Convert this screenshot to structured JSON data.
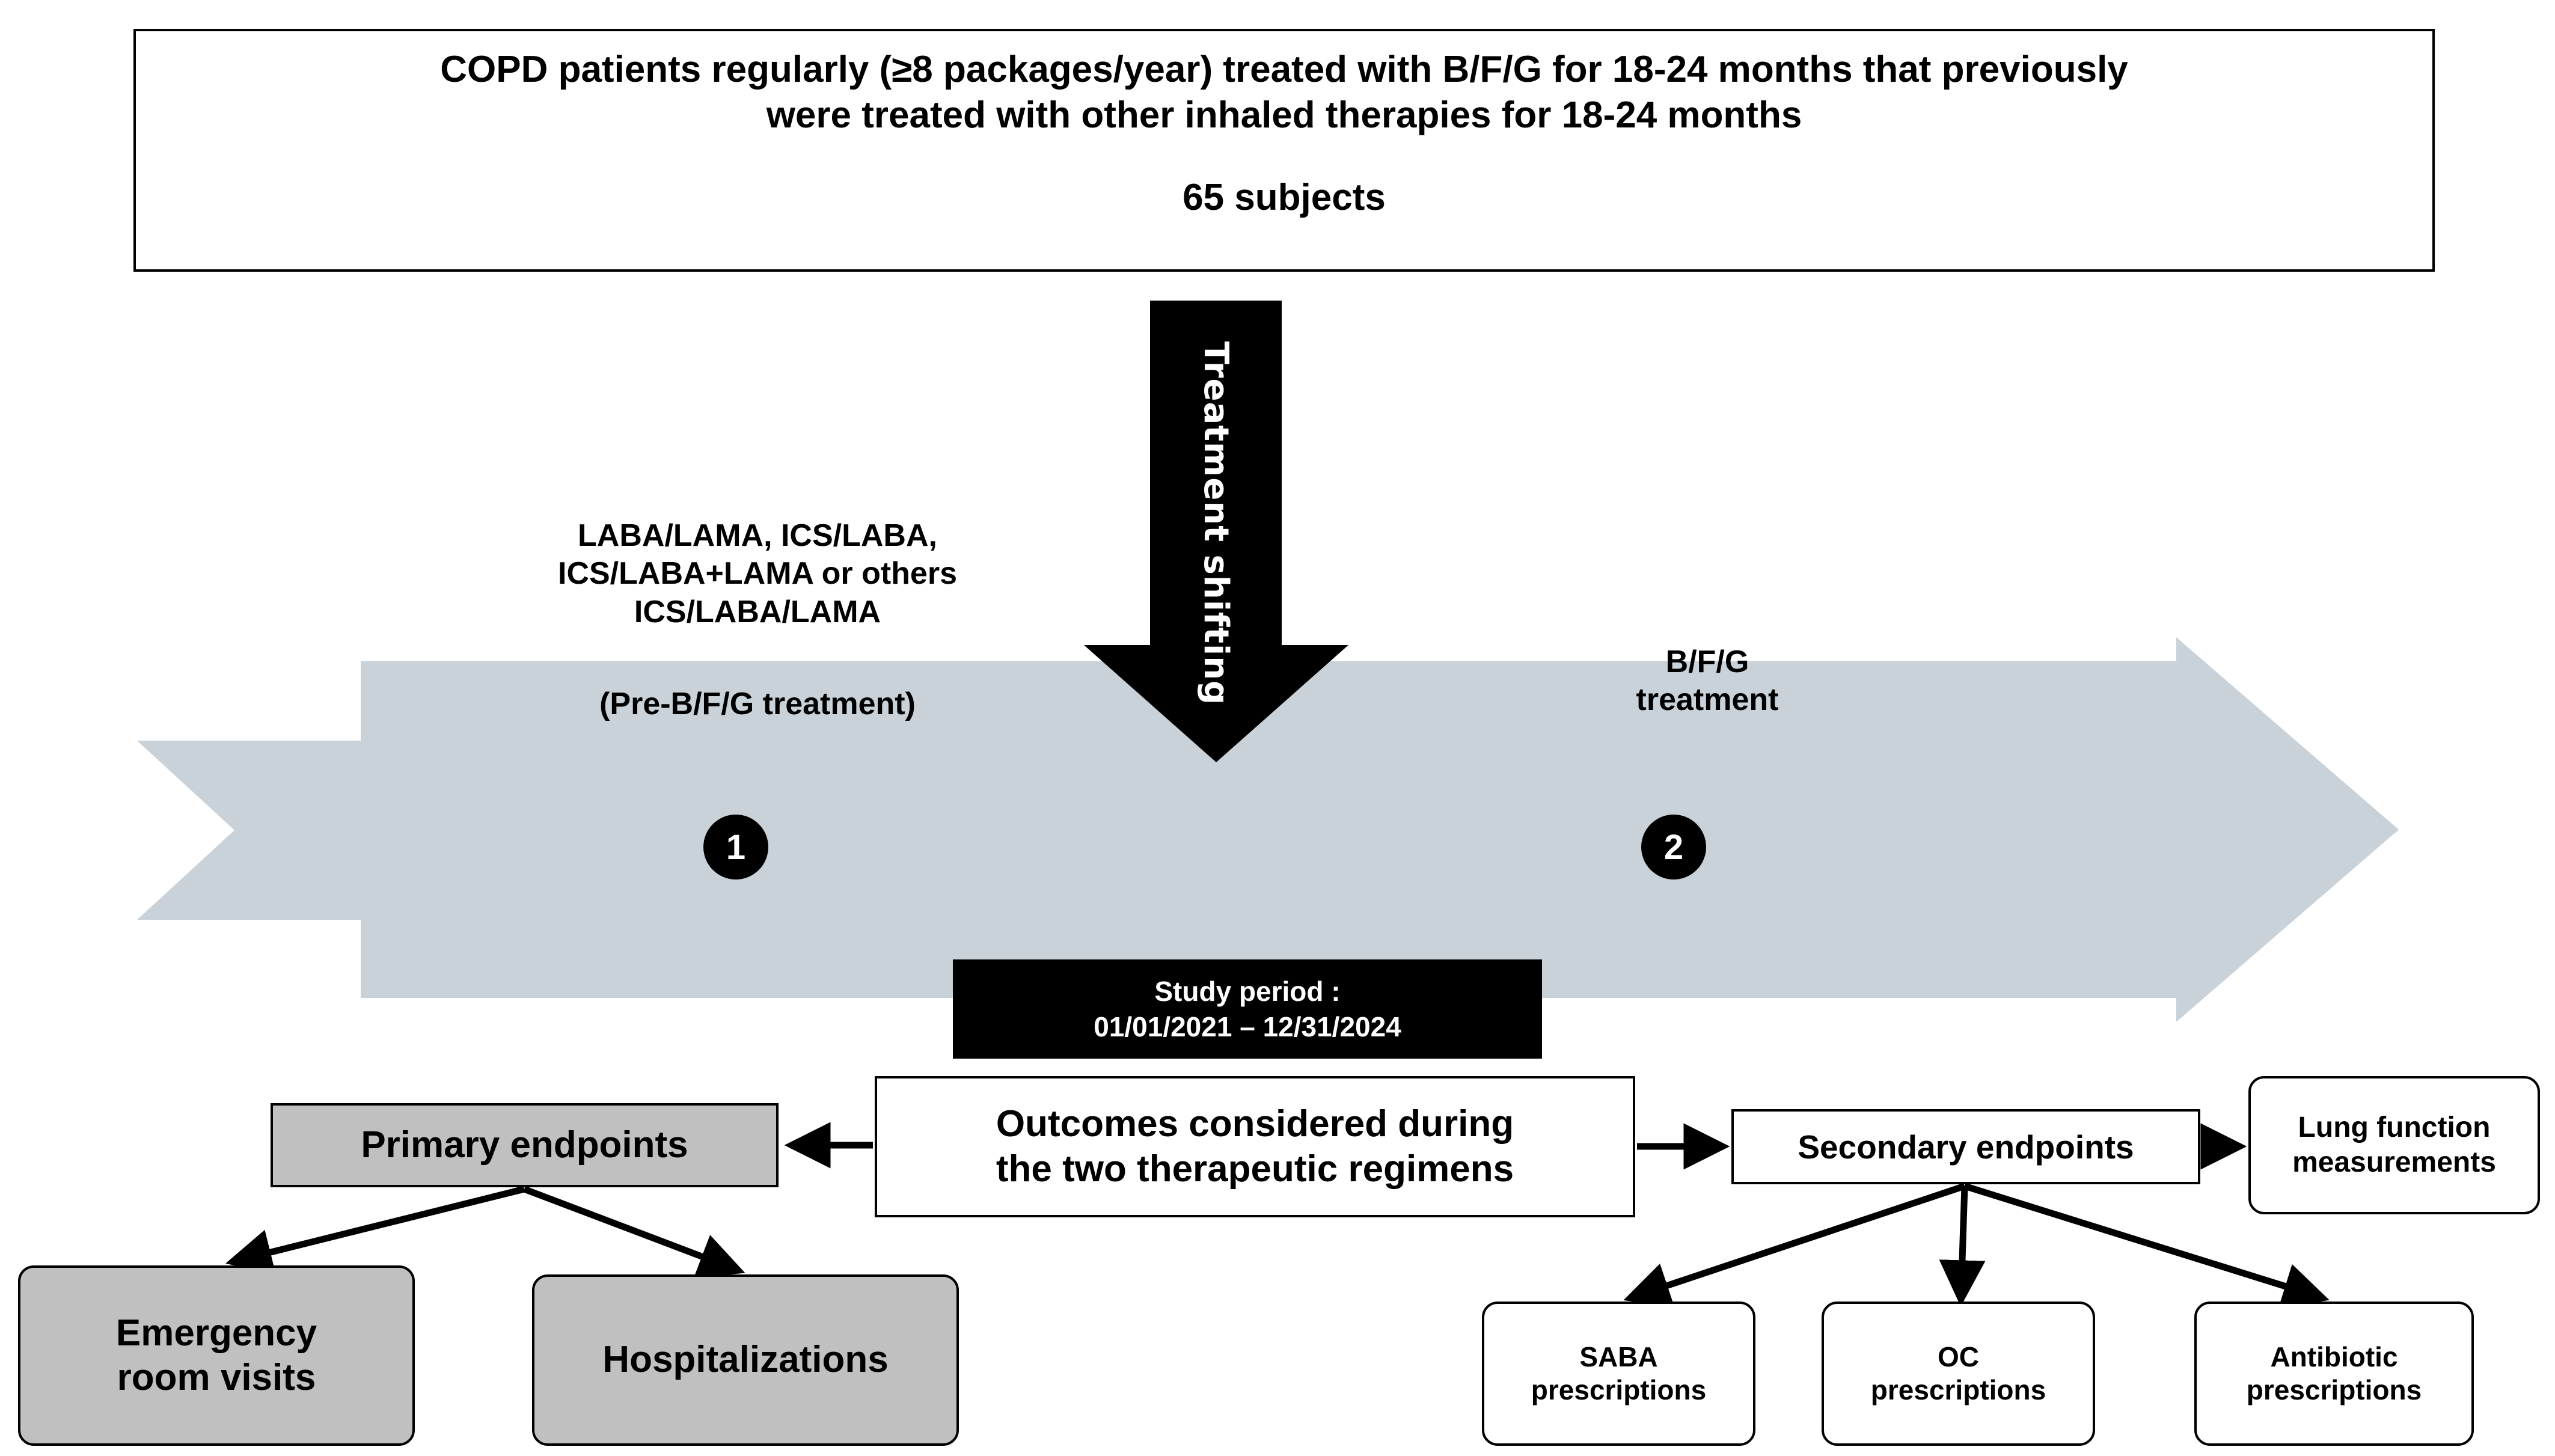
{
  "cohort": {
    "line1": "COPD patients regularly (≥8 packages/year) treated with B/F/G for 18-24 months that previously",
    "line2": "were treated with other inhaled therapies for 18-24 months",
    "subjects": "65 subjects"
  },
  "timeline": {
    "shift_arrow_label": "Treatment shifting",
    "pre_treatment_label": "LABA/LAMA, ICS/LABA,\nICS/LABA+LAMA or others\nICS/LABA/LAMA",
    "pre_treatment_line1": "LABA/LAMA, ICS/LABA,",
    "pre_treatment_line2": "ICS/LABA+LAMA or others",
    "pre_treatment_line3": "ICS/LABA/LAMA",
    "pre_treatment_note": "(Pre-B/F/G treatment)",
    "post_treatment_line1": "B/F/G",
    "post_treatment_line2": "treatment",
    "step_1": "1",
    "step_2": "2",
    "band_color": "#c9d1d9"
  },
  "study_period": {
    "label": "Study period :",
    "range": "01/01/2021  – 12/31/2024"
  },
  "outcomes": {
    "line1": "Outcomes considered during",
    "line2": "the two therapeutic regimens"
  },
  "endpoints": {
    "primary": "Primary endpoints",
    "secondary": "Secondary endpoints",
    "lung_function_line1": "Lung function",
    "lung_function_line2": "measurements"
  },
  "primary_children": [
    {
      "line1": "Emergency",
      "line2": "room visits"
    },
    {
      "line1": "Hospitalizations",
      "line2": ""
    }
  ],
  "secondary_children": [
    {
      "line1": "SABA",
      "line2": "prescriptions"
    },
    {
      "line1": "OC",
      "line2": "prescriptions"
    },
    {
      "line1": "Antibiotic",
      "line2": "prescriptions"
    }
  ],
  "colors": {
    "band": "#c9d1d9",
    "gray_fill": "#c0c0c0",
    "black": "#000000",
    "white": "#ffffff"
  }
}
